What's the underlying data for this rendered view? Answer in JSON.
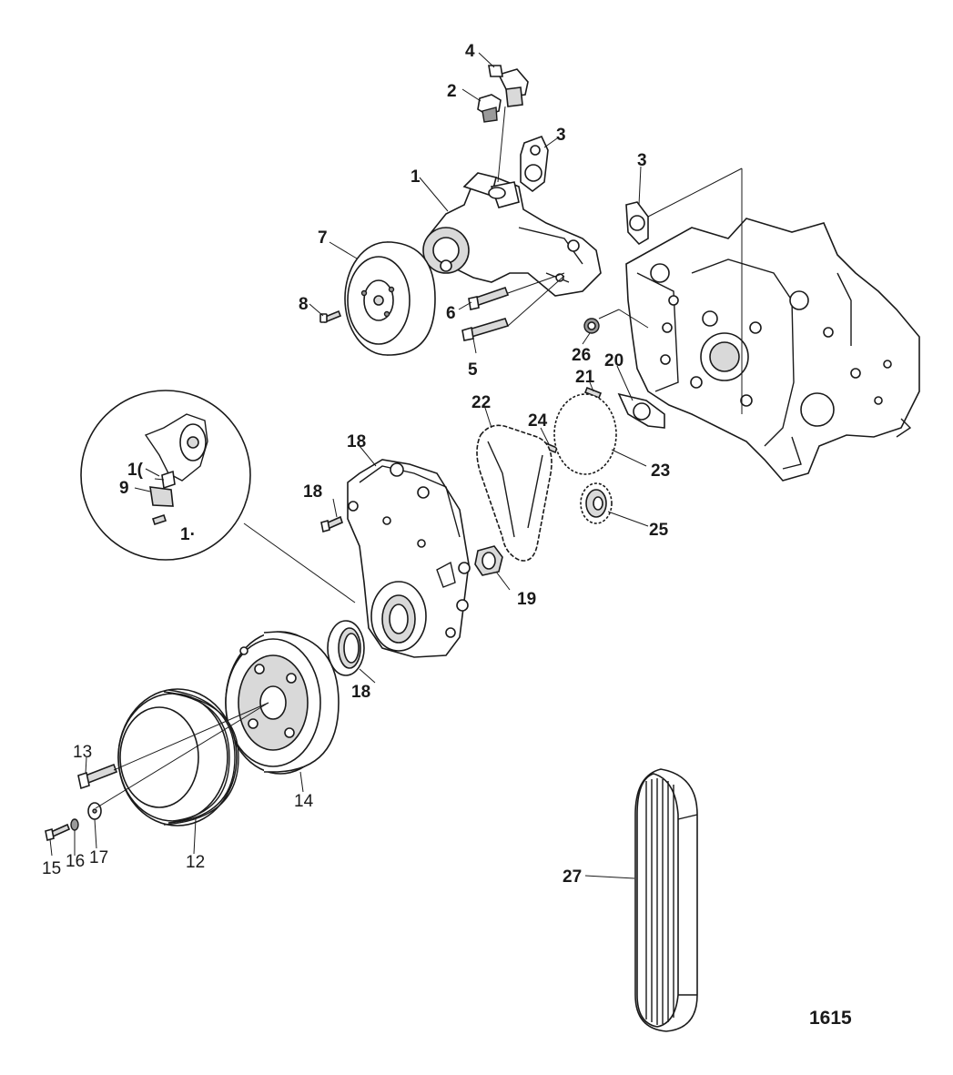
{
  "diagram": {
    "drawing_number": "1615",
    "callouts": [
      {
        "id": "c1",
        "label": "1"
      },
      {
        "id": "c2",
        "label": "2"
      },
      {
        "id": "c3a",
        "label": "3"
      },
      {
        "id": "c3b",
        "label": "3"
      },
      {
        "id": "c4",
        "label": "4"
      },
      {
        "id": "c5",
        "label": "5"
      },
      {
        "id": "c6",
        "label": "6"
      },
      {
        "id": "c7",
        "label": "7"
      },
      {
        "id": "c8",
        "label": "8"
      },
      {
        "id": "c9",
        "label": "9"
      },
      {
        "id": "c10",
        "label": "1("
      },
      {
        "id": "c11",
        "label": "1·"
      },
      {
        "id": "c12",
        "label": "12"
      },
      {
        "id": "c13",
        "label": "13"
      },
      {
        "id": "c14",
        "label": "14"
      },
      {
        "id": "c15",
        "label": "15"
      },
      {
        "id": "c16",
        "label": "16"
      },
      {
        "id": "c17",
        "label": "17"
      },
      {
        "id": "c18a",
        "label": "18"
      },
      {
        "id": "c18b",
        "label": "18"
      },
      {
        "id": "c18c",
        "label": "18"
      },
      {
        "id": "c19",
        "label": "19"
      },
      {
        "id": "c20",
        "label": "20"
      },
      {
        "id": "c21",
        "label": "21"
      },
      {
        "id": "c22",
        "label": "22"
      },
      {
        "id": "c23",
        "label": "23"
      },
      {
        "id": "c24",
        "label": "24"
      },
      {
        "id": "c25",
        "label": "25"
      },
      {
        "id": "c26",
        "label": "26"
      },
      {
        "id": "c27",
        "label": "27"
      }
    ]
  }
}
